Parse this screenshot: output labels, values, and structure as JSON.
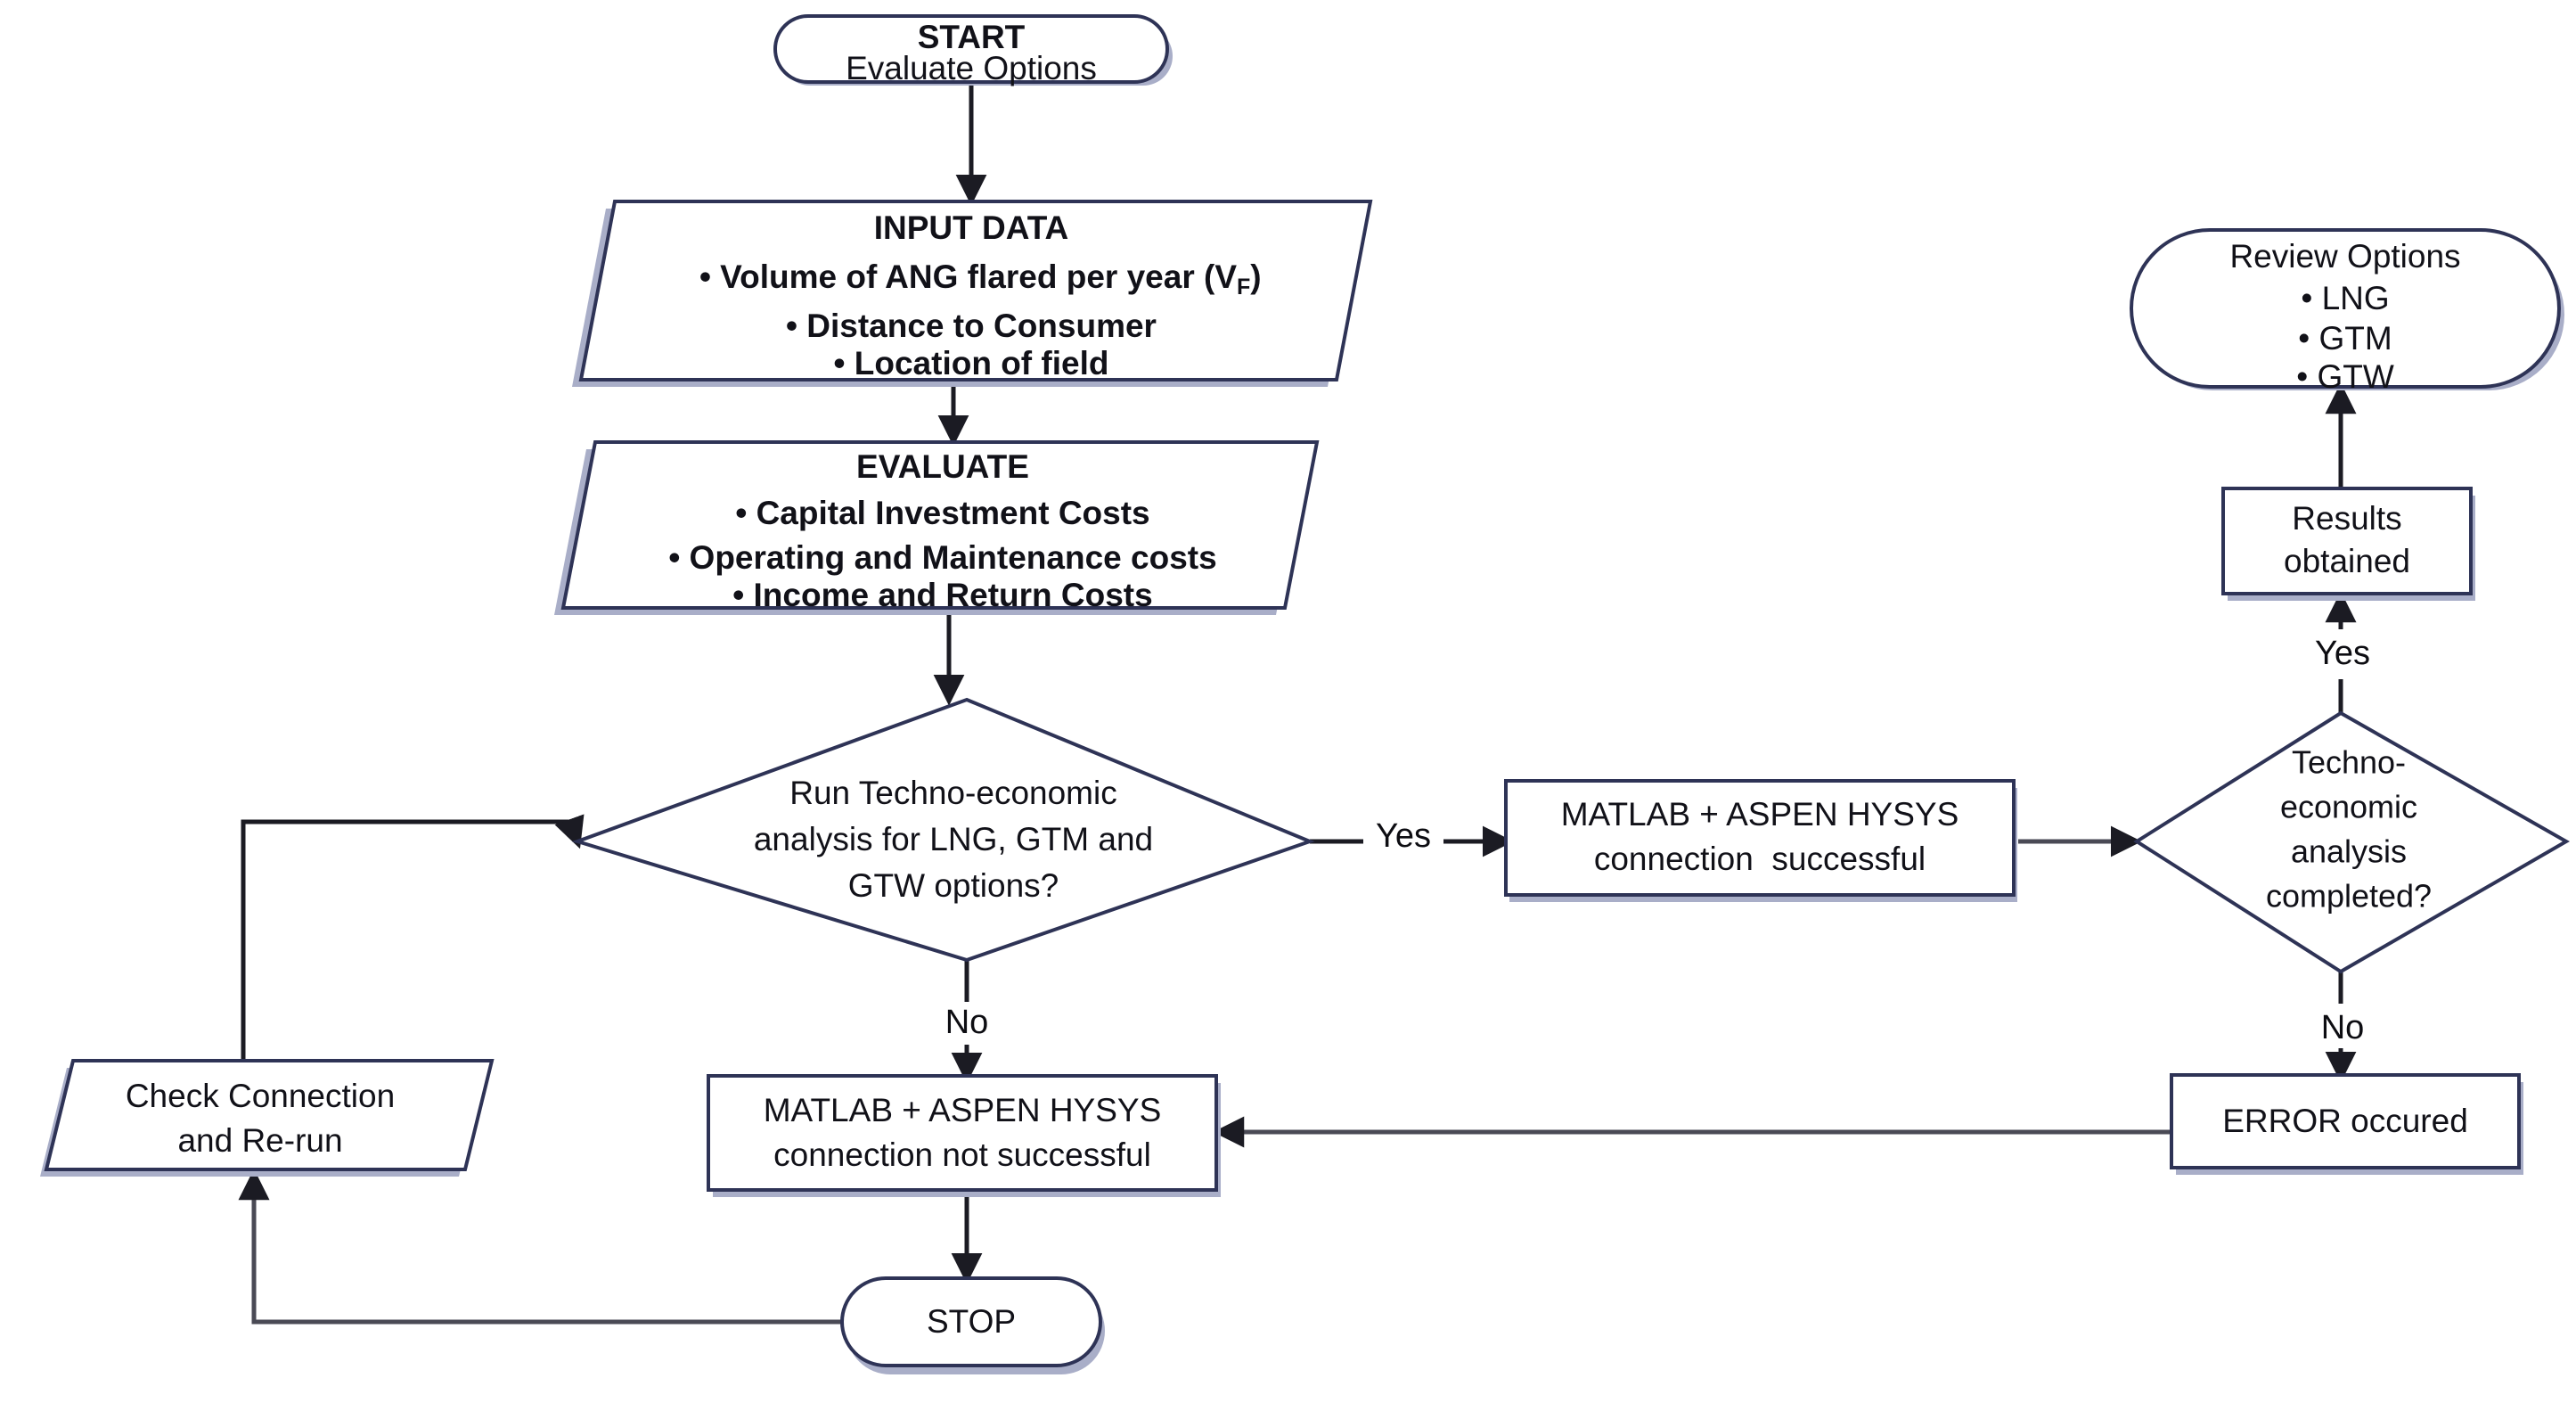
{
  "diagram": {
    "type": "flowchart",
    "title": "Evaluate Options techno-economic analysis flowchart",
    "accent_border": "#2e3356",
    "shadow_color": "#a9aec8",
    "edge_color": "#1b1b23",
    "background": "#ffffff"
  },
  "nodes": {
    "start": {
      "shape": "terminal",
      "line1": "START",
      "line2": "Evaluate Options"
    },
    "input_data": {
      "shape": "parallelogram",
      "heading": "INPUT DATA",
      "items": [
        "• Volume of ANG flared per year (V",
        "• Distance to Consumer",
        "• Location of field"
      ],
      "item1_sub": "F",
      "item1_tail": ")"
    },
    "evaluate": {
      "shape": "parallelogram",
      "heading": "EVALUATE",
      "items": [
        "• Capital Investment Costs",
        "• Operating and Maintenance costs",
        "• Income and Return Costs"
      ]
    },
    "run_decision": {
      "shape": "diamond",
      "lines": [
        "Run Techno-economic",
        "analysis for LNG, GTM and",
        "GTW options?"
      ]
    },
    "conn_ok": {
      "shape": "process",
      "lines": [
        "MATLAB + ASPEN HYSYS",
        "connection  successful"
      ]
    },
    "conn_fail": {
      "shape": "process",
      "lines": [
        "MATLAB + ASPEN HYSYS",
        "connection not successful"
      ]
    },
    "analysis_decision": {
      "shape": "diamond",
      "lines": [
        "Techno-",
        "economic",
        "analysis",
        "completed?"
      ]
    },
    "results": {
      "shape": "process",
      "lines": [
        "Results",
        "obtained"
      ]
    },
    "review_options": {
      "shape": "terminal",
      "heading": "Review Options",
      "items": [
        "• LNG",
        "• GTM",
        "• GTW"
      ]
    },
    "error": {
      "shape": "process",
      "lines": [
        "ERROR occured"
      ]
    },
    "check_connection": {
      "shape": "parallelogram",
      "lines": [
        "Check Connection",
        "and Re-run"
      ]
    },
    "stop": {
      "shape": "terminal",
      "lines": [
        "STOP"
      ]
    }
  },
  "edge_labels": {
    "run_yes": "Yes",
    "run_no": "No",
    "analysis_yes": "Yes",
    "analysis_no": "No"
  }
}
